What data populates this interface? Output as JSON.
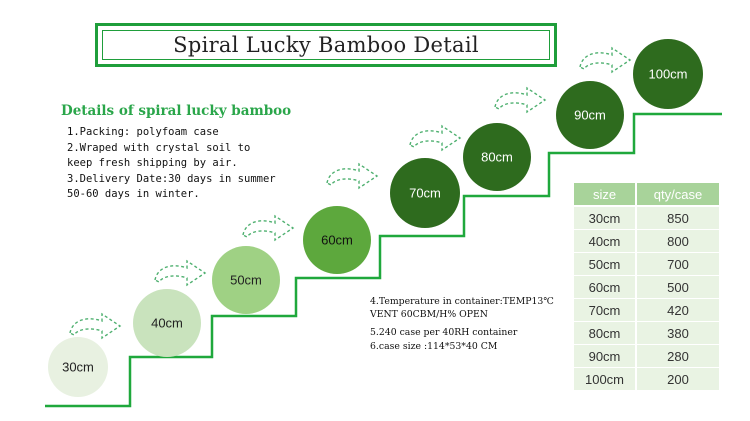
{
  "title": "Spiral Lucky Bamboo Detail",
  "details": {
    "heading": "Details of spiral lucky bamboo",
    "lines": [
      "1.Packing: polyfoam case",
      "2.Wraped with crystal soil to",
      "keep fresh shipping by air.",
      "3.Delivery Date:30 days in summer",
      "50-60 days in winter."
    ]
  },
  "notes": [
    "4.Temperature in container:TEMP13℃",
    "VENT 60CBM/H% OPEN",
    "5.240 case per 40RH container",
    "6.case size :114*53*40 CM"
  ],
  "steps": [
    {
      "label": "30cm",
      "fill": "#e8f1e1",
      "text": "#222222"
    },
    {
      "label": "40cm",
      "fill": "#c9e3bd",
      "text": "#222222"
    },
    {
      "label": "50cm",
      "fill": "#9fd184",
      "text": "#222222"
    },
    {
      "label": "60cm",
      "fill": "#5da83d",
      "text": "#111111"
    },
    {
      "label": "70cm",
      "fill": "#2e6b1e",
      "text": "#ffffff"
    },
    {
      "label": "80cm",
      "fill": "#2e6b1e",
      "text": "#ffffff"
    },
    {
      "label": "90cm",
      "fill": "#2e6b1e",
      "text": "#ffffff"
    },
    {
      "label": "100cm",
      "fill": "#2e6b1e",
      "text": "#ffffff"
    }
  ],
  "table": {
    "headers": [
      "size",
      "qty/case"
    ],
    "rows": [
      [
        "30cm",
        "850"
      ],
      [
        "40cm",
        "800"
      ],
      [
        "50cm",
        "700"
      ],
      [
        "60cm",
        "500"
      ],
      [
        "70cm",
        "420"
      ],
      [
        "80cm",
        "380"
      ],
      [
        "90cm",
        "280"
      ],
      [
        "100cm",
        "200"
      ]
    ]
  },
  "colors": {
    "accent": "#1f9e3b",
    "stair_line": "#1fa83c",
    "arrow_dash": "#4fb070"
  }
}
